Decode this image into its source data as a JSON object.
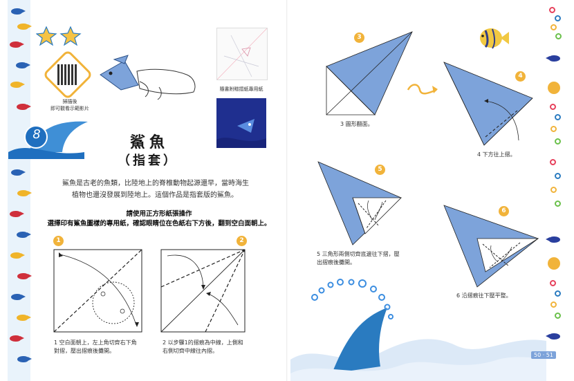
{
  "left_page": {
    "qr_caption": [
      "掃描後",
      "即可觀看示範影片"
    ],
    "section_number": "8",
    "title": "鯊魚",
    "subtitle": "（指套）",
    "intro": [
      "鯊魚是古老的魚類，比陸地上的脊椎動物起源還早，當時海生",
      "植物也還沒發展到陸地上。這個作品是指套版的鯊魚。"
    ],
    "instructions": [
      "請使用正方形紙張操作",
      "選擇印有鯊魚圖樣的專用紙，確認眼睛位在色紙右下方後，翻到空白面朝上。"
    ],
    "paper_caption": "隨書附贈摺紙專用紙",
    "steps": [
      {
        "number": "1",
        "text": [
          "1 空白面朝上，左上角切齊右下角",
          "對摺，壓出摺痕後攤開。"
        ]
      },
      {
        "number": "2",
        "text": [
          "2 以步驟1的摺痕為中線，上側和",
          "右側切齊中線往內摺。"
        ]
      }
    ]
  },
  "right_page": {
    "steps": [
      {
        "number": "3",
        "text": [
          "3 圖形翻面。"
        ]
      },
      {
        "number": "4",
        "text": [
          "4 下方往上摺。"
        ]
      },
      {
        "number": "5",
        "text": [
          "5 三角形兩側切齊底邊往下摺，壓",
          "出摺痕後攤開。"
        ]
      },
      {
        "number": "6",
        "text": [
          "6 沿摺痕往下壓平整。"
        ]
      }
    ],
    "page_numbers": "50 · 51"
  },
  "colors": {
    "paper_blue": "#7da3da",
    "accent_orange": "#f1b33a",
    "deep_blue": "#2a7bc0",
    "wave_blue": "#dce9f7"
  }
}
